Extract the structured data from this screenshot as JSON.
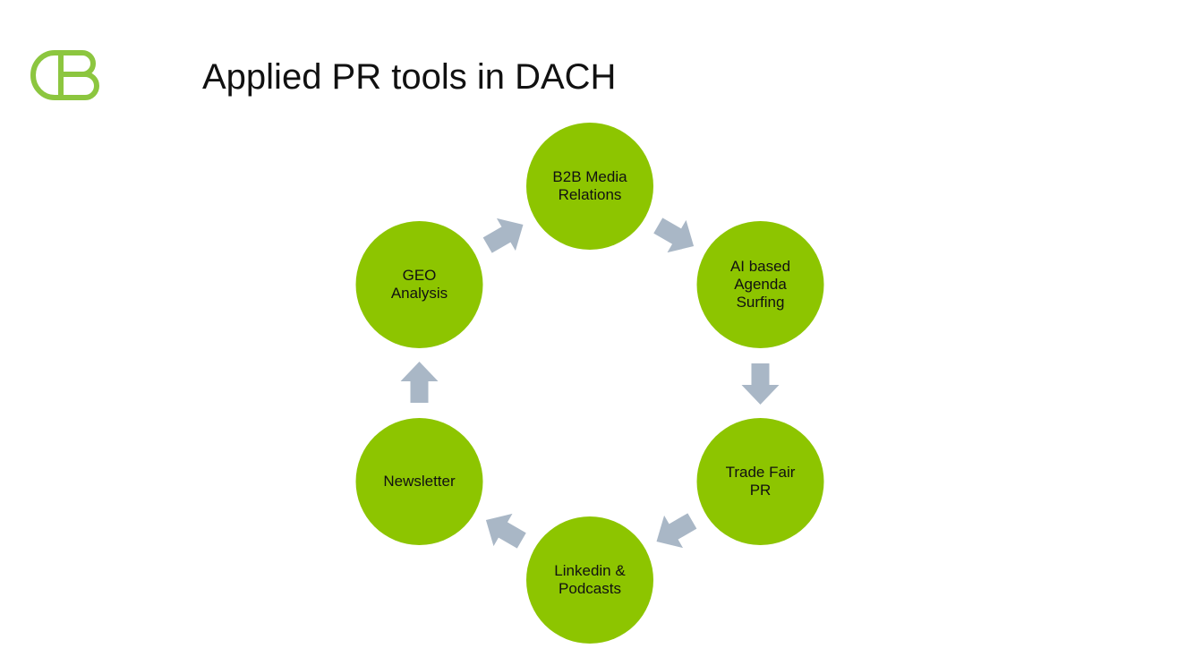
{
  "slide": {
    "title": "Applied PR tools in DACH"
  },
  "logo": {
    "name": "cb-logo",
    "color": "#8cc63f"
  },
  "cycle": {
    "circle_color": "#8dc500",
    "arrow_color": "#a9b7c6",
    "nodes": [
      {
        "id": "b2b-media-relations",
        "lines": [
          "B2B Media",
          "Relations"
        ]
      },
      {
        "id": "ai-based-agenda-surfing",
        "lines": [
          "AI based",
          "Agenda",
          "Surfing"
        ]
      },
      {
        "id": "trade-fair-pr",
        "lines": [
          "Trade Fair",
          "PR"
        ]
      },
      {
        "id": "linkedin-podcasts",
        "lines": [
          "Linkedin &",
          "Podcasts"
        ]
      },
      {
        "id": "newsletter",
        "lines": [
          "Newsletter"
        ]
      },
      {
        "id": "geo-analysis",
        "lines": [
          "GEO",
          "Analysis"
        ]
      }
    ]
  }
}
